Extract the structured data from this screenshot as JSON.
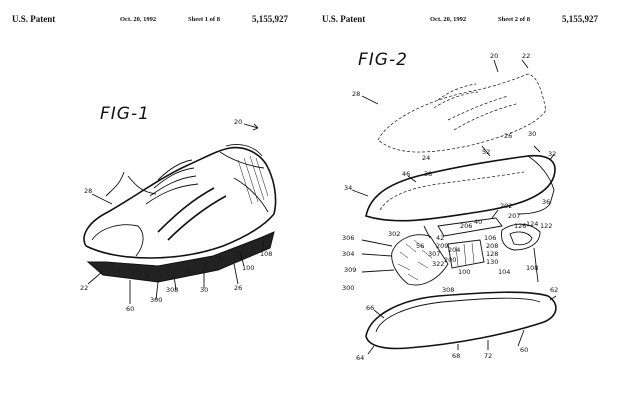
{
  "sheets": [
    {
      "header": {
        "office": "U.S. Patent",
        "date": "Oct. 20, 1992",
        "sheet": "Sheet 1 of 8",
        "number": "5,155,927"
      },
      "figure_label": "FIG-1",
      "refs": [
        "20",
        "28",
        "22",
        "60",
        "300",
        "308",
        "30",
        "26",
        "100",
        "108"
      ]
    },
    {
      "header": {
        "office": "U.S. Patent",
        "date": "Oct. 20, 1992",
        "sheet": "Sheet 2 of 8",
        "number": "5,155,927"
      },
      "figure_label": "FIG-2",
      "refs": [
        "20",
        "22",
        "28",
        "26",
        "30",
        "24",
        "52",
        "32",
        "46",
        "38",
        "34",
        "36",
        "202",
        "207",
        "124",
        "122",
        "126",
        "206",
        "40",
        "42",
        "209",
        "106",
        "306",
        "302",
        "304",
        "56",
        "307",
        "204",
        "200",
        "208",
        "128",
        "130",
        "309",
        "322",
        "100",
        "104",
        "108",
        "300",
        "308",
        "62",
        "66",
        "64",
        "68",
        "72",
        "60"
      ]
    }
  ]
}
